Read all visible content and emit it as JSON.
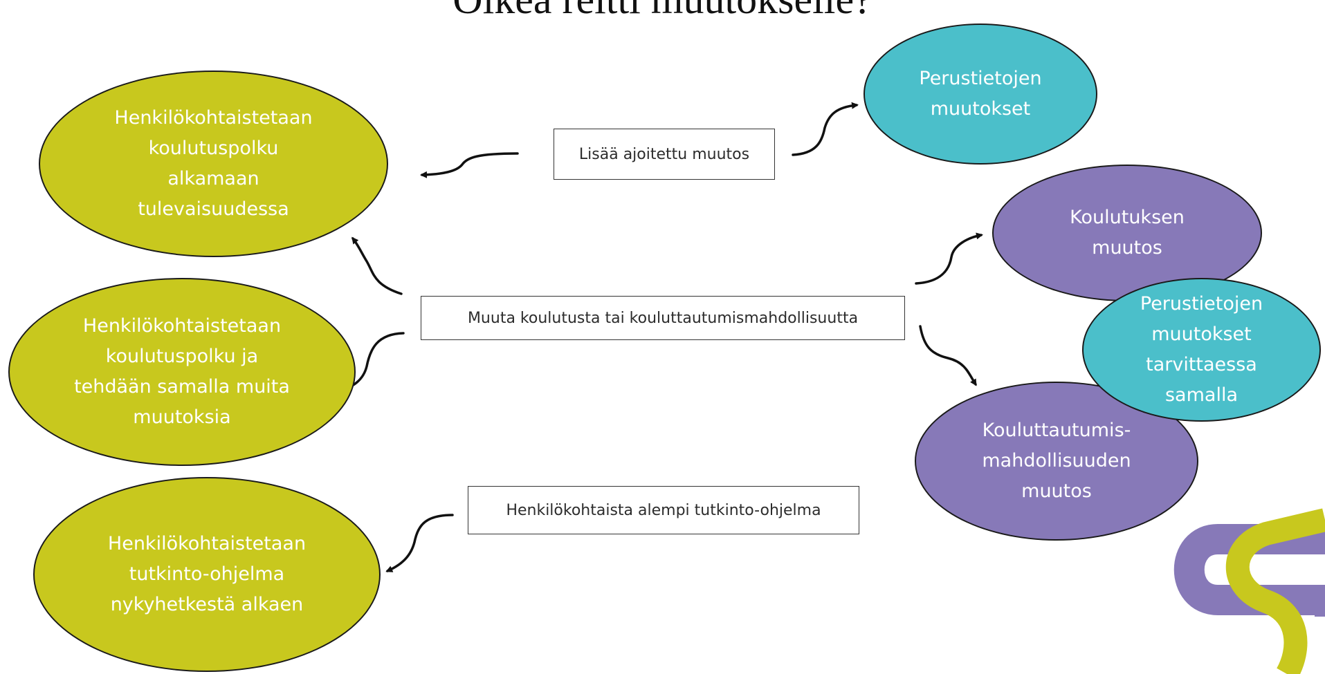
{
  "title": "Oikea reitti muutokselle?",
  "boxes": {
    "scheduled": "Lisää ajoitettu muutos",
    "change_training": "Muuta koulutusta tai kouluttautumismahdollisuutta",
    "lower_degree": "Henkilökohtaista alempi tutkinto-ohjelma"
  },
  "ellipses": {
    "future_path": "Henkilökohtaistetaan koulutuspolku alkamaan tulevaisuudessa",
    "path_with_changes": "Henkilökohtaistetaan koulutuspolku ja tehdään samalla muita muutoksia",
    "degree_now": "Henkilökohtaistetaan tutkinto-ohjelma nykyhetkestä alkaen",
    "basic_info_changes": "Perustietojen muutokset",
    "training_change": "Koulutuksen muutos",
    "basic_info_if_needed": "Perustietojen muutokset tarvittaessa samalla",
    "opportunity_change": "Kouluttautumis-mahdollisuuden muutos"
  },
  "colors": {
    "green": "#c8c81e",
    "teal": "#4bbfca",
    "purple": "#8779b8",
    "logo_yellow": "#c8c81e",
    "logo_purple": "#8779b8"
  }
}
